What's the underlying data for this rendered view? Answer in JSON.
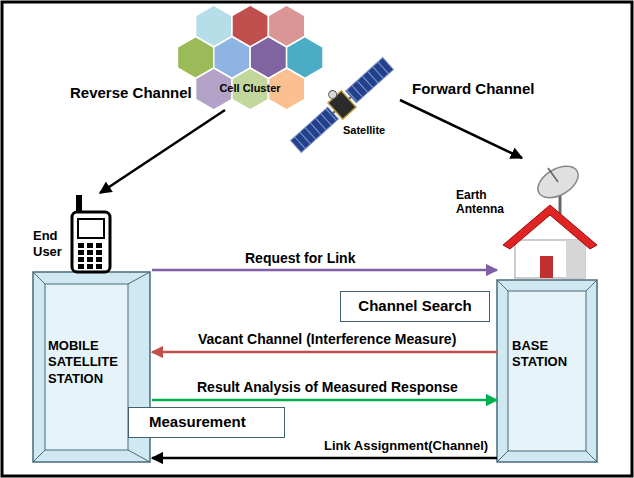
{
  "diagram": {
    "nodes": [
      {
        "text": [
          "Cell Cluster"
        ]
      },
      {
        "text": [
          "Satellite"
        ]
      },
      {
        "text": [
          "MOBILE SATELLITE STATION"
        ]
      },
      {
        "text": [
          "BASE STATION"
        ]
      },
      {
        "text": [
          "Channel Search"
        ]
      },
      {
        "text": [
          "Measurement"
        ]
      }
    ],
    "edges": [
      {
        "from": 0,
        "to": 2,
        "arrow": "to",
        "label": "Reverse Channel"
      },
      {
        "from": 1,
        "to": 3,
        "arrow": "to",
        "label": "Forward Channel"
      },
      {
        "from": 2,
        "to": 3,
        "arrow": "to",
        "label": "Request for Link"
      },
      {
        "from": 3,
        "to": 2,
        "arrow": "to",
        "label": "Vacant Channel (Interference Measure)"
      },
      {
        "from": 2,
        "to": 3,
        "arrow": "to",
        "label": "Result Analysis of Measured Response"
      },
      {
        "from": 3,
        "to": 2,
        "arrow": "to",
        "label": "Link Assignment(Channel)"
      }
    ],
    "labels": [
      "End User",
      "Earth Antenna"
    ]
  }
}
